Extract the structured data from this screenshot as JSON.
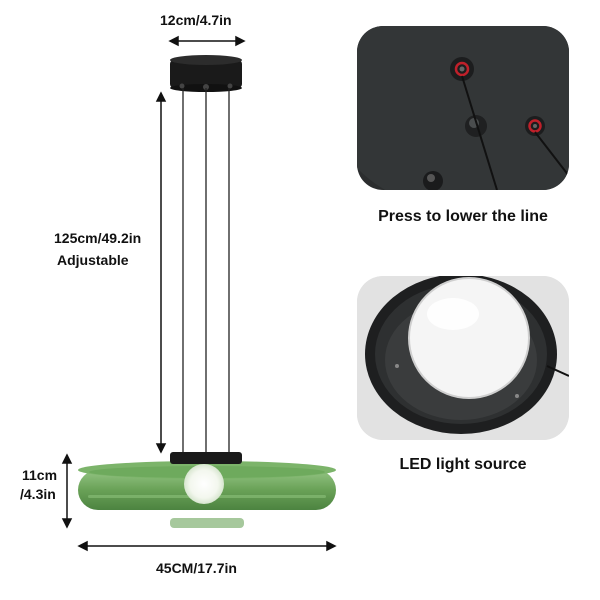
{
  "dimensions": {
    "canopy_diameter": "12cm/4.7in",
    "cable_length": "125cm/49.2in",
    "cable_note": "Adjustable",
    "shade_height_line1": "11cm",
    "shade_height_line2": "/4.3in",
    "shade_diameter": "45CM/17.7in"
  },
  "details": {
    "button_caption": "Press to lower the line",
    "led_caption": "LED light source"
  },
  "colors": {
    "shade_green": "#5e9a4a",
    "canopy_black": "#1a1a1a",
    "accent_red": "#c0202a"
  }
}
